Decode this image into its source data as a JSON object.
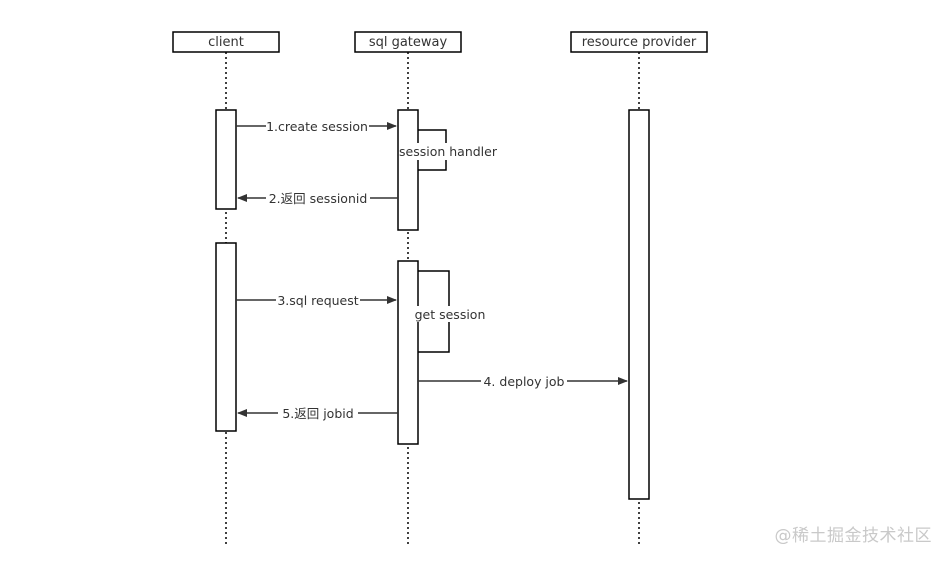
{
  "participants": [
    {
      "id": "client",
      "label": "client"
    },
    {
      "id": "gateway",
      "label": "sql gateway"
    },
    {
      "id": "provider",
      "label": "resource provider"
    }
  ],
  "messages": [
    {
      "id": "create-session",
      "label": "1.create session",
      "from": "client",
      "to": "gateway"
    },
    {
      "id": "session-handler",
      "label": "session handler",
      "from": "gateway",
      "to": "gateway",
      "self": true
    },
    {
      "id": "return-sessionid",
      "label": "2.返回 sessionid",
      "from": "gateway",
      "to": "client"
    },
    {
      "id": "sql-request",
      "label": "3.sql request",
      "from": "client",
      "to": "gateway"
    },
    {
      "id": "get-session",
      "label": "get session",
      "from": "gateway",
      "to": "gateway",
      "self": true
    },
    {
      "id": "deploy-job",
      "label": "4. deploy job",
      "from": "gateway",
      "to": "provider"
    },
    {
      "id": "return-jobid",
      "label": "5.返回 jobid",
      "from": "gateway",
      "to": "client"
    }
  ],
  "watermark": "@稀土掘金技术社区"
}
